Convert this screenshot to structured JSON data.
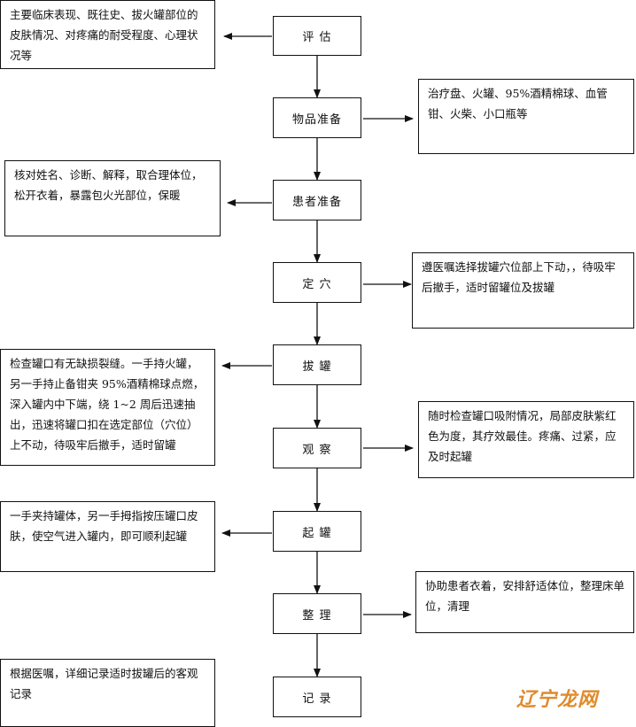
{
  "steps": [
    {
      "id": "assess",
      "label": "评 估"
    },
    {
      "id": "prepare-items",
      "label": "物品准备"
    },
    {
      "id": "prepare-patient",
      "label": "患者准备"
    },
    {
      "id": "locate-point",
      "label": "定 穴"
    },
    {
      "id": "cupping",
      "label": "拔 罐"
    },
    {
      "id": "observe",
      "label": "观 察"
    },
    {
      "id": "remove-cup",
      "label": "起 罐"
    },
    {
      "id": "tidy-up",
      "label": "整 理"
    },
    {
      "id": "record",
      "label": "记 录"
    }
  ],
  "notes": [
    {
      "id": "assess",
      "side": "left",
      "text": "主要临床表现、既往史、拔火罐部位的皮肤情况、对疼痛的耐受程度、心理状况等"
    },
    {
      "id": "prepare-items",
      "side": "right",
      "text": "治疗盘、火罐、95%酒精棉球、血管钳、火柴、小口瓶等"
    },
    {
      "id": "prepare-patient",
      "side": "left",
      "text": "核对姓名、诊断、解释，取合理体位，松开衣着，暴露包火光部位，保暖"
    },
    {
      "id": "locate-point",
      "side": "right",
      "text": "遵医嘱选择拔罐穴位部上下动，，待吸牢后撤手，适时留罐位及拔罐"
    },
    {
      "id": "cupping",
      "side": "left",
      "text": "检查罐口有无缺损裂缝。一手持火罐，另一手持止备钳夹 95%酒精棉球点燃，深入罐内中下端，绕 1~2 周后迅速抽出，迅速将罐口扣在选定部位（穴位）上不动，待吸牢后撤手，适时留罐"
    },
    {
      "id": "observe",
      "side": "right",
      "text": "随时检查罐口吸附情况，局部皮肤紫红色为度，其疗效最佳。疼痛、过紧，应及时起罐"
    },
    {
      "id": "remove-cup",
      "side": "left",
      "text": "一手夹持罐体，另一手拇指按压罐口皮肤，使空气进入罐内，即可顺利起罐"
    },
    {
      "id": "tidy-up",
      "side": "right",
      "text": "协助患者衣着，安排舒适体位，整理床单位，清理"
    },
    {
      "id": "record",
      "side": "left",
      "text": "根据医嘱，详细记录适时拔罐后的客观记录"
    }
  ],
  "watermark": "辽宁龙网",
  "colors": {
    "line": "#111111",
    "watermark": "#e08a2a"
  }
}
